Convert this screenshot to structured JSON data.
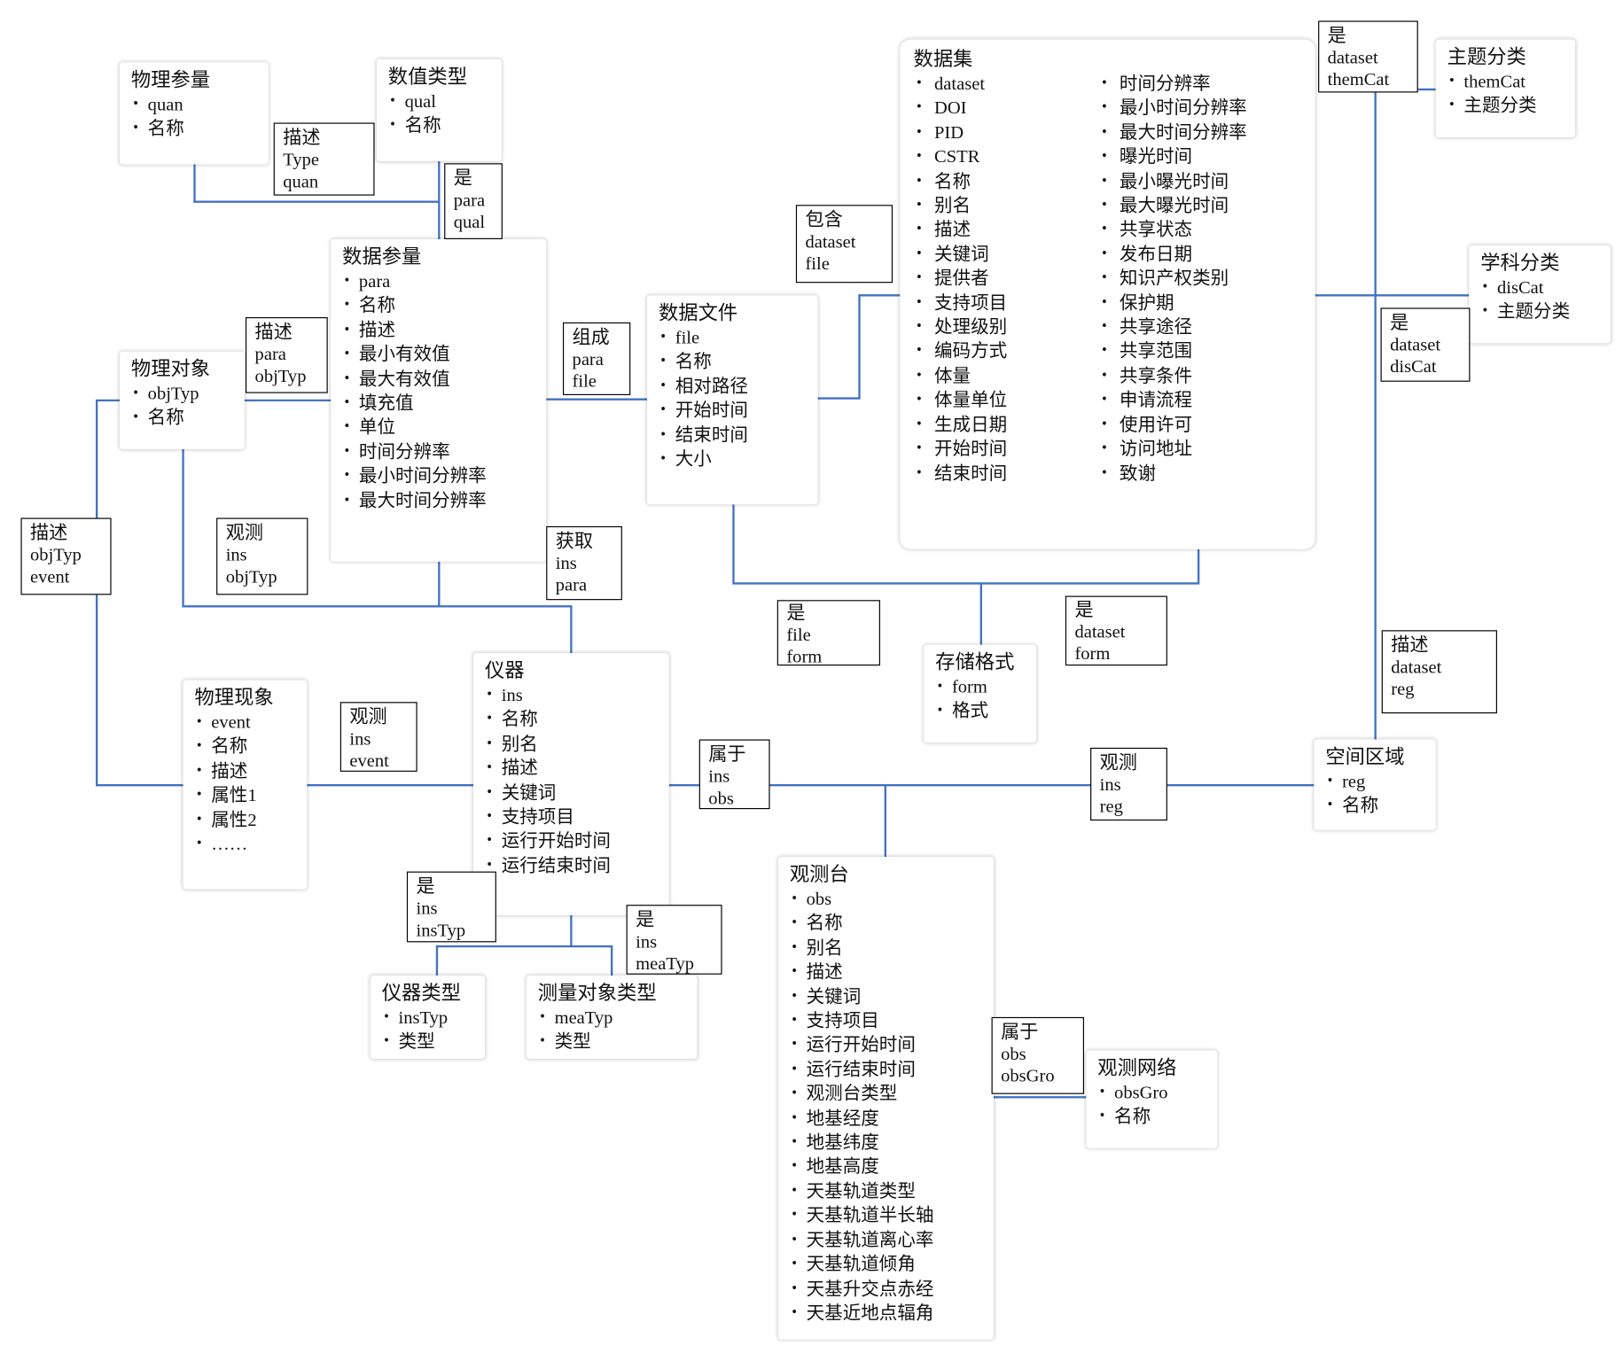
{
  "colors": {
    "connector": "#4472C4",
    "relation_border": "#000000"
  },
  "entities": {
    "physical_quantity": {
      "title": "物理参量",
      "items": [
        "quan",
        "名称"
      ]
    },
    "value_type": {
      "title": "数值类型",
      "items": [
        "qual",
        "名称"
      ]
    },
    "data_parameter": {
      "title": "数据参量",
      "items": [
        "para",
        "名称",
        "描述",
        "最小有效值",
        "最大有效值",
        "填充值",
        "单位",
        "时间分辨率",
        "最小时间分辨率",
        "最大时间分辨率"
      ]
    },
    "physical_object": {
      "title": "物理对象",
      "items": [
        "objTyp",
        "名称"
      ]
    },
    "data_file": {
      "title": "数据文件",
      "items": [
        "file",
        "名称",
        "相对路径",
        "开始时间",
        "结束时间",
        "大小"
      ]
    },
    "dataset": {
      "title": "数据集",
      "items_left": [
        "dataset",
        "DOI",
        "PID",
        "CSTR",
        "名称",
        "别名",
        "描述",
        "关键词",
        "提供者",
        "支持项目",
        "处理级别",
        "编码方式",
        "体量",
        "体量单位",
        "生成日期",
        "开始时间",
        "结束时间"
      ],
      "items_right": [
        "时间分辨率",
        "最小时间分辨率",
        "最大时间分辨率",
        "曝光时间",
        "最小曝光时间",
        "最大曝光时间",
        "共享状态",
        "发布日期",
        "知识产权类别",
        "保护期",
        "共享途径",
        "共享范围",
        "共享条件",
        "申请流程",
        "使用许可",
        "访问地址",
        "致谢"
      ]
    },
    "theme_category": {
      "title": "主题分类",
      "items": [
        "themCat",
        "主题分类"
      ]
    },
    "discipline_category": {
      "title": "学科分类",
      "items": [
        "disCat",
        "主题分类"
      ]
    },
    "storage_format": {
      "title": "存储格式",
      "items": [
        "form",
        "格式"
      ]
    },
    "physical_phenomenon": {
      "title": "物理现象",
      "items": [
        "event",
        "名称",
        "描述",
        "属性1",
        "属性2",
        "……"
      ]
    },
    "instrument": {
      "title": "仪器",
      "items": [
        "ins",
        "名称",
        "别名",
        "描述",
        "关键词",
        "支持项目",
        "运行开始时间",
        "运行结束时间"
      ]
    },
    "spatial_region": {
      "title": "空间区域",
      "items": [
        "reg",
        "名称"
      ]
    },
    "observatory": {
      "title": "观测台",
      "items": [
        "obs",
        "名称",
        "别名",
        "描述",
        "关键词",
        "支持项目",
        "运行开始时间",
        "运行结束时间",
        "观测台类型",
        "地基经度",
        "地基纬度",
        "地基高度",
        "天基轨道类型",
        "天基轨道半长轴",
        "天基轨道离心率",
        "天基轨道倾角",
        "天基升交点赤经",
        "天基近地点辐角"
      ]
    },
    "observation_network": {
      "title": "观测网络",
      "items": [
        "obsGro",
        "名称"
      ]
    },
    "instrument_type": {
      "title": "仪器类型",
      "items": [
        "insTyp",
        "类型"
      ]
    },
    "measurement_object_type": {
      "title": "测量对象类型",
      "items": [
        "meaTyp",
        "类型"
      ]
    }
  },
  "relations": {
    "describes_type_quan": {
      "label": "描述",
      "keys": [
        "Type",
        "quan"
      ]
    },
    "is_para_qual": {
      "label": "是",
      "keys": [
        "para",
        "qual"
      ]
    },
    "describes_para_objtyp": {
      "label": "描述",
      "keys": [
        "para",
        "objTyp"
      ]
    },
    "composes_para_file": {
      "label": "组成",
      "keys": [
        "para",
        "file"
      ]
    },
    "contains_dataset_file": {
      "label": "包含",
      "keys": [
        "dataset",
        "file"
      ]
    },
    "is_dataset_themcat": {
      "label": "是",
      "keys": [
        "dataset",
        "themCat"
      ]
    },
    "is_dataset_discat": {
      "label": "是",
      "keys": [
        "dataset",
        "disCat"
      ]
    },
    "describes_objtyp_event": {
      "label": "描述",
      "keys": [
        "objTyp",
        "event"
      ]
    },
    "observes_ins_objtyp": {
      "label": "观测",
      "keys": [
        "ins",
        "objTyp"
      ]
    },
    "acquires_ins_para": {
      "label": "获取",
      "keys": [
        "ins",
        "para"
      ]
    },
    "is_file_form": {
      "label": "是",
      "keys": [
        "file",
        "form"
      ]
    },
    "is_dataset_form": {
      "label": "是",
      "keys": [
        "dataset",
        "form"
      ]
    },
    "describes_dataset_reg": {
      "label": "描述",
      "keys": [
        "dataset",
        "reg"
      ]
    },
    "observes_ins_event": {
      "label": "观测",
      "keys": [
        "ins",
        "event"
      ]
    },
    "belongs_ins_obs": {
      "label": "属于",
      "keys": [
        "ins",
        "obs"
      ]
    },
    "observes_ins_reg": {
      "label": "观测",
      "keys": [
        "ins",
        "reg"
      ]
    },
    "is_ins_instyp": {
      "label": "是",
      "keys": [
        "ins",
        "insTyp"
      ]
    },
    "is_ins_meatyp": {
      "label": "是",
      "keys": [
        "ins",
        "meaTyp"
      ]
    },
    "belongs_obs_obsgro": {
      "label": "属于",
      "keys": [
        "obs",
        "obsGro"
      ]
    }
  }
}
